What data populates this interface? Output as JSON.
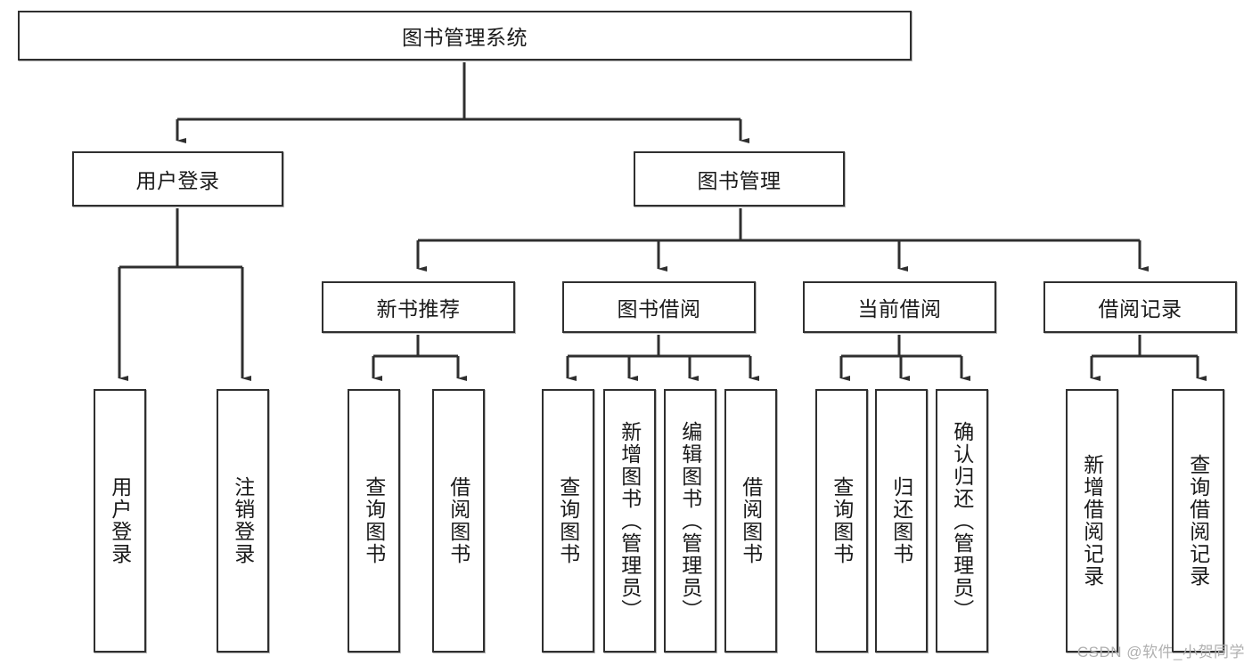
{
  "diagram": {
    "title": "图书管理系统",
    "type": "hierarchy-tree",
    "watermark": "CSDN @软件_小贺同学",
    "colors": {
      "box_border": "#2f2f2f",
      "box_fill": "#ffffff",
      "edge": "#2f2f2f",
      "text": "#1a1a1a",
      "watermark": "#b0b0b0"
    },
    "nodes": {
      "root": {
        "label": "图书管理系统"
      },
      "level2": [
        {
          "id": "user-login",
          "label": "用户登录"
        },
        {
          "id": "book-manage",
          "label": "图书管理"
        }
      ],
      "level3": [
        {
          "id": "new-book-recommend",
          "label": "新书推荐"
        },
        {
          "id": "book-borrow",
          "label": "图书借阅"
        },
        {
          "id": "current-borrow",
          "label": "当前借阅"
        },
        {
          "id": "borrow-record",
          "label": "借阅记录"
        }
      ],
      "leaves": {
        "user-login": [
          {
            "id": "leaf-user-login",
            "label": "用户登录"
          },
          {
            "id": "leaf-logout",
            "label": "注销登录"
          }
        ],
        "new-book-recommend": [
          {
            "id": "leaf-query-book-1",
            "label": "查询图书"
          },
          {
            "id": "leaf-borrow-book-1",
            "label": "借阅图书"
          }
        ],
        "book-borrow": [
          {
            "id": "leaf-query-book-2",
            "label": "查询图书"
          },
          {
            "id": "leaf-add-book",
            "label": "新增图书（管理员）"
          },
          {
            "id": "leaf-edit-book",
            "label": "编辑图书（管理员）"
          },
          {
            "id": "leaf-borrow-book-2",
            "label": "借阅图书"
          }
        ],
        "current-borrow": [
          {
            "id": "leaf-query-book-3",
            "label": "查询图书"
          },
          {
            "id": "leaf-return-book",
            "label": "归还图书"
          },
          {
            "id": "leaf-confirm-return",
            "label": "确认归还（管理员）"
          }
        ],
        "borrow-record": [
          {
            "id": "leaf-add-record",
            "label": "新增借阅记录"
          },
          {
            "id": "leaf-query-record",
            "label": "查询借阅记录"
          }
        ]
      }
    }
  }
}
